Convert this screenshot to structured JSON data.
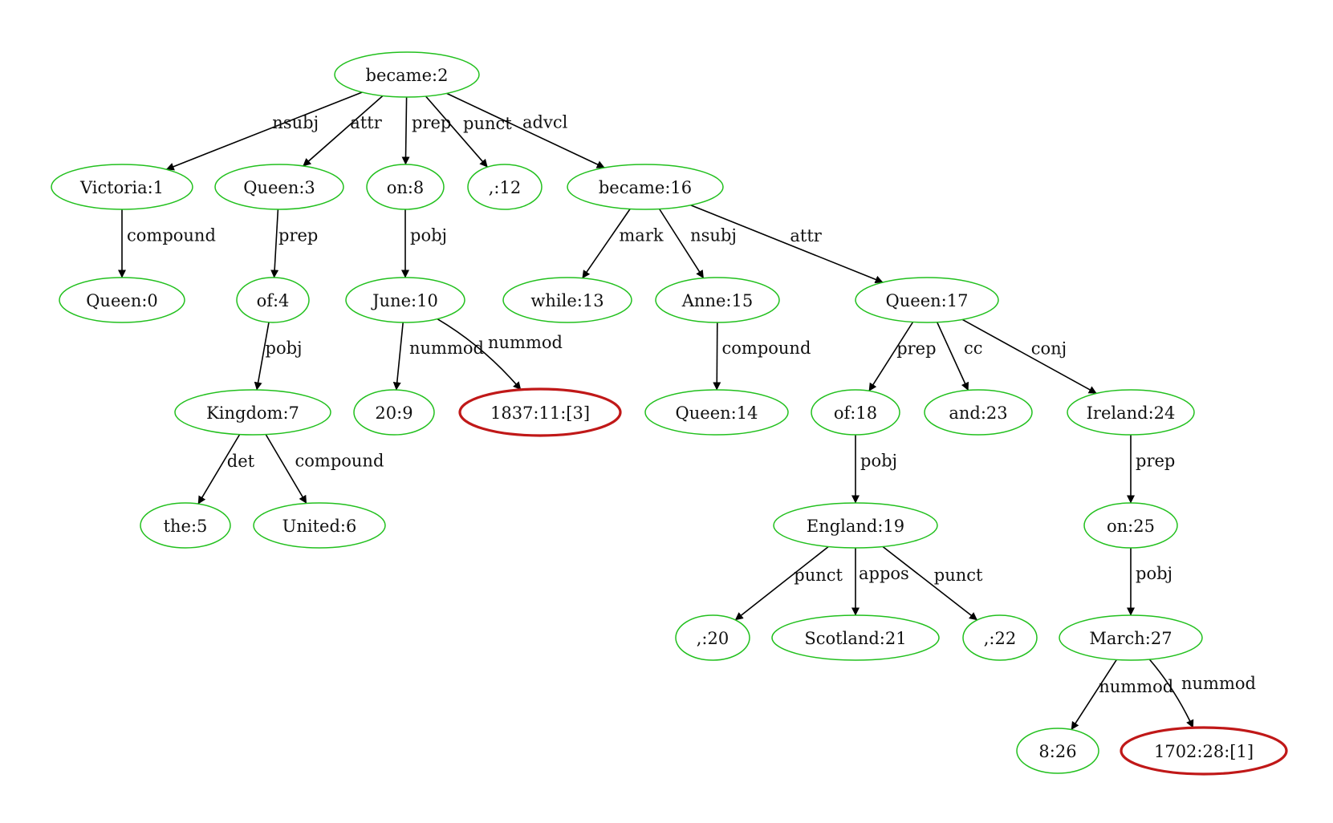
{
  "colors": {
    "node": "#22c01e",
    "highlight": "#c01818",
    "edge": "#000000"
  },
  "nodes": [
    {
      "id": "n0",
      "label": "Queen:0"
    },
    {
      "id": "n1",
      "label": "Victoria:1"
    },
    {
      "id": "n2",
      "label": "became:2"
    },
    {
      "id": "n3",
      "label": "Queen:3"
    },
    {
      "id": "n4",
      "label": "of:4"
    },
    {
      "id": "n5",
      "label": "the:5"
    },
    {
      "id": "n6",
      "label": "United:6"
    },
    {
      "id": "n7",
      "label": "Kingdom:7"
    },
    {
      "id": "n8",
      "label": "on:8"
    },
    {
      "id": "n9",
      "label": "20:9"
    },
    {
      "id": "n10",
      "label": "June:10"
    },
    {
      "id": "n11",
      "label": "1837:11:[3]",
      "highlight": true
    },
    {
      "id": "n12",
      "label": ",:12"
    },
    {
      "id": "n13",
      "label": "while:13"
    },
    {
      "id": "n14",
      "label": "Queen:14"
    },
    {
      "id": "n15",
      "label": "Anne:15"
    },
    {
      "id": "n16",
      "label": "became:16"
    },
    {
      "id": "n17",
      "label": "Queen:17"
    },
    {
      "id": "n18",
      "label": "of:18"
    },
    {
      "id": "n19",
      "label": "England:19"
    },
    {
      "id": "n20",
      "label": ",:20"
    },
    {
      "id": "n21",
      "label": "Scotland:21"
    },
    {
      "id": "n22",
      "label": ",:22"
    },
    {
      "id": "n23",
      "label": "and:23"
    },
    {
      "id": "n24",
      "label": "Ireland:24"
    },
    {
      "id": "n25",
      "label": "on:25"
    },
    {
      "id": "n26",
      "label": "8:26"
    },
    {
      "id": "n27",
      "label": "March:27"
    },
    {
      "id": "n28",
      "label": "1702:28:[1]",
      "highlight": true
    }
  ],
  "edges": [
    {
      "from": "n2",
      "to": "n1",
      "label": "nsubj"
    },
    {
      "from": "n2",
      "to": "n3",
      "label": "attr"
    },
    {
      "from": "n2",
      "to": "n8",
      "label": "prep"
    },
    {
      "from": "n2",
      "to": "n12",
      "label": "punct"
    },
    {
      "from": "n2",
      "to": "n16",
      "label": "advcl"
    },
    {
      "from": "n1",
      "to": "n0",
      "label": "compound"
    },
    {
      "from": "n3",
      "to": "n4",
      "label": "prep"
    },
    {
      "from": "n4",
      "to": "n7",
      "label": "pobj"
    },
    {
      "from": "n7",
      "to": "n5",
      "label": "det"
    },
    {
      "from": "n7",
      "to": "n6",
      "label": "compound"
    },
    {
      "from": "n8",
      "to": "n10",
      "label": "pobj"
    },
    {
      "from": "n10",
      "to": "n9",
      "label": "nummod"
    },
    {
      "from": "n10",
      "to": "n11",
      "label": "nummod"
    },
    {
      "from": "n16",
      "to": "n13",
      "label": "mark"
    },
    {
      "from": "n16",
      "to": "n15",
      "label": "nsubj"
    },
    {
      "from": "n16",
      "to": "n17",
      "label": "attr"
    },
    {
      "from": "n15",
      "to": "n14",
      "label": "compound"
    },
    {
      "from": "n17",
      "to": "n18",
      "label": "prep"
    },
    {
      "from": "n17",
      "to": "n23",
      "label": "cc"
    },
    {
      "from": "n17",
      "to": "n24",
      "label": "conj"
    },
    {
      "from": "n18",
      "to": "n19",
      "label": "pobj"
    },
    {
      "from": "n19",
      "to": "n20",
      "label": "punct"
    },
    {
      "from": "n19",
      "to": "n21",
      "label": "appos"
    },
    {
      "from": "n19",
      "to": "n22",
      "label": "punct"
    },
    {
      "from": "n24",
      "to": "n25",
      "label": "prep"
    },
    {
      "from": "n25",
      "to": "n27",
      "label": "pobj"
    },
    {
      "from": "n27",
      "to": "n26",
      "label": "nummod"
    },
    {
      "from": "n27",
      "to": "n28",
      "label": "nummod"
    }
  ]
}
